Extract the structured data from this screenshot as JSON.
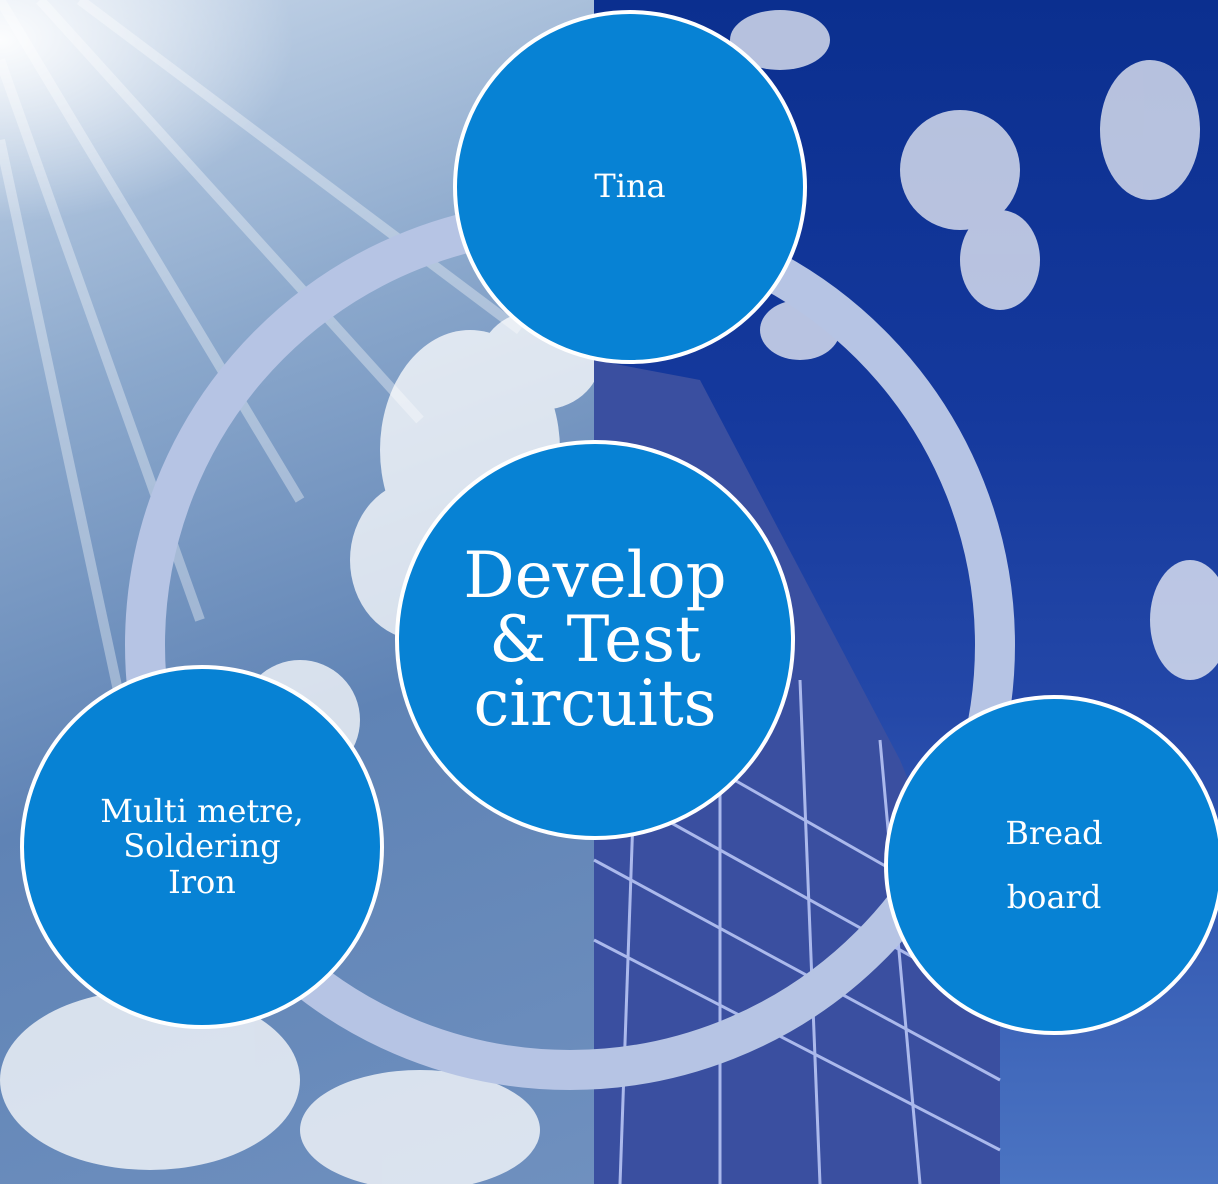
{
  "diagram": {
    "center": {
      "lines": [
        "Develop",
        "& Test",
        "circuits"
      ]
    },
    "nodes": {
      "top": {
        "lines": [
          "Tina"
        ]
      },
      "left": {
        "lines": [
          "Multi metre,",
          "Soldering",
          "Iron"
        ]
      },
      "right": {
        "lines": [
          "Bread",
          "board"
        ]
      }
    }
  },
  "colors": {
    "node_fill": "#0782d4",
    "node_border": "#ffffff",
    "ring": "#b6c4e4",
    "sky_left": "#6f90bf",
    "sky_right": "#0b2f8f",
    "solar_panel": "#3a4fa0"
  }
}
